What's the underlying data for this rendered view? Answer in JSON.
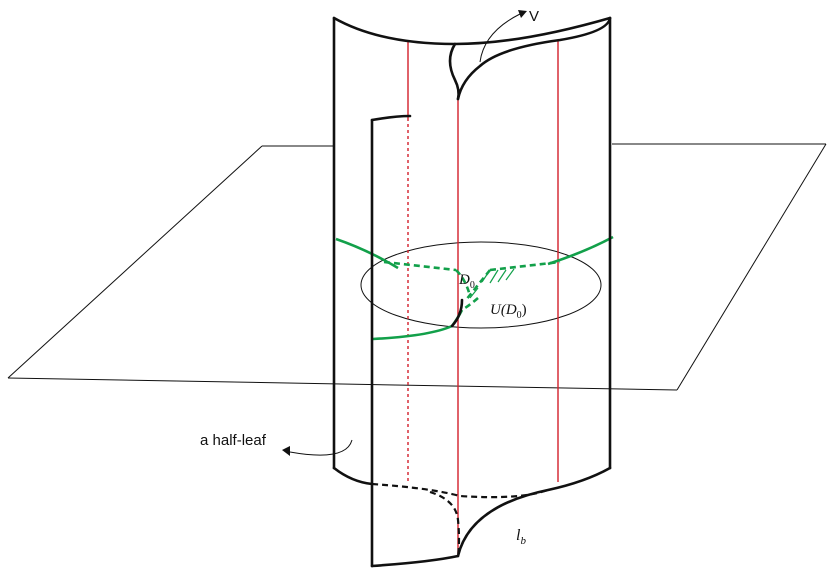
{
  "diagram": {
    "labels": {
      "v": "V",
      "d0": "D",
      "d0_sub": "0",
      "u_d0": "U(D",
      "u_d0_sub": "0",
      "u_d0_close": ")",
      "half_leaf": "a half-leaf",
      "lb": "l",
      "lb_sub": "b"
    },
    "colors": {
      "outline": "#111111",
      "red_lines": "#d2202a",
      "green_curves": "#12a04a"
    }
  }
}
